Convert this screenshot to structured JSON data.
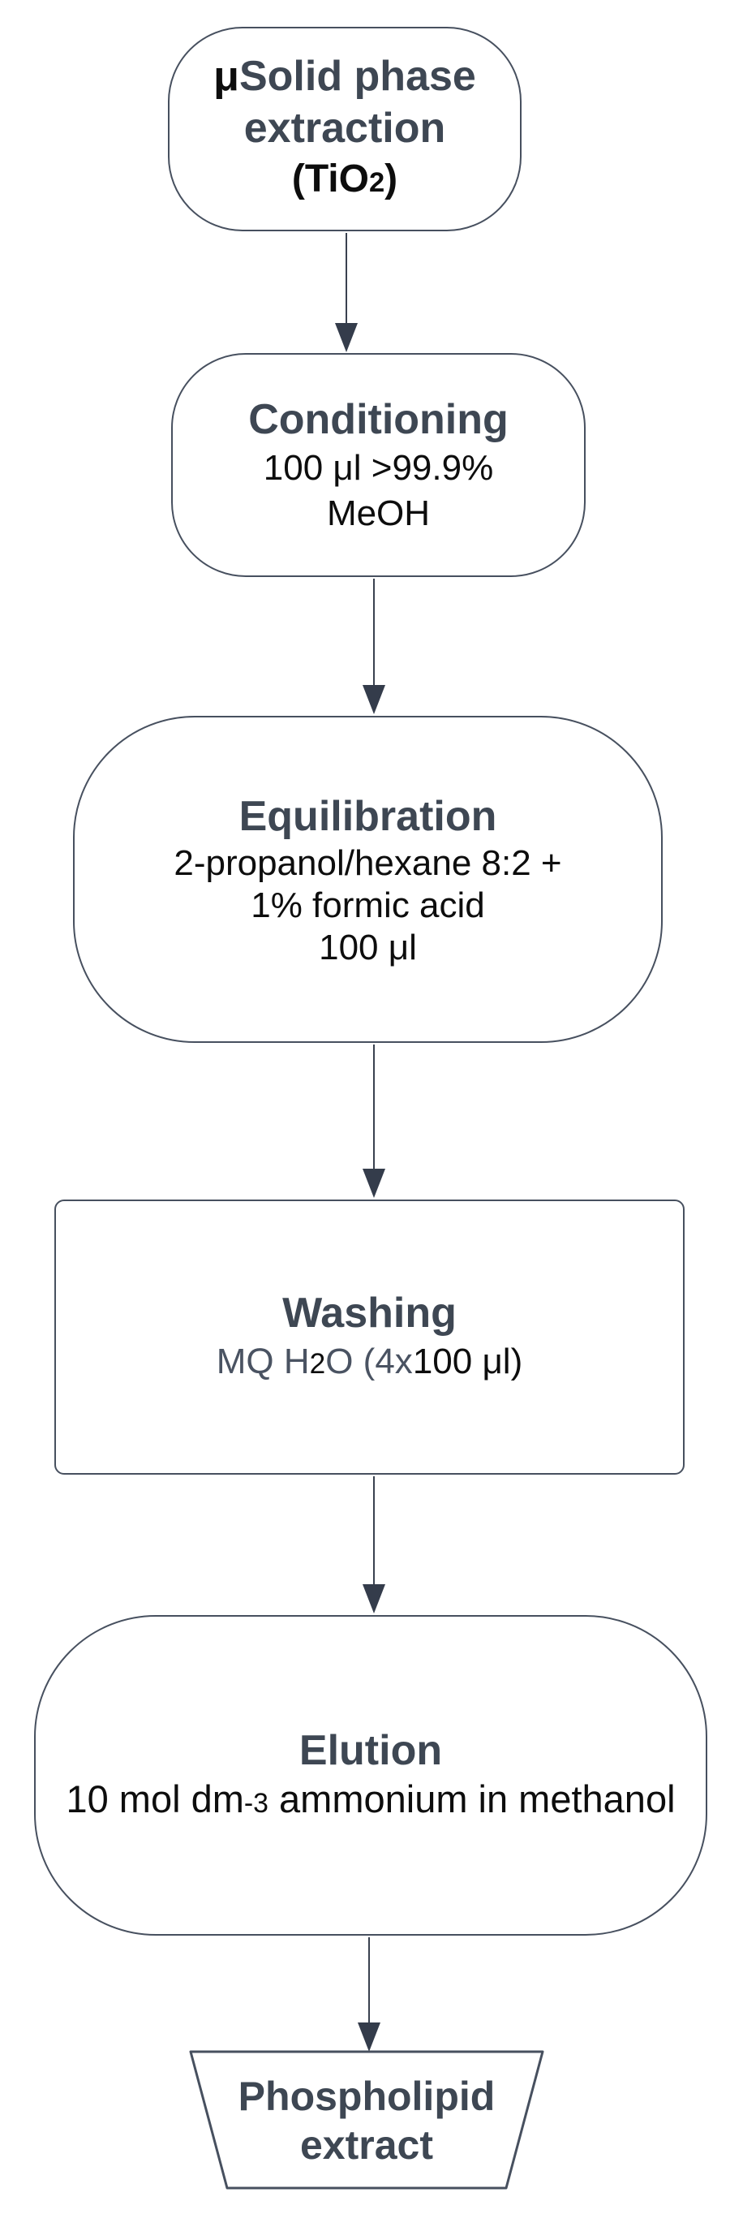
{
  "colors": {
    "background": "#ffffff",
    "node_fill": "#ffffff",
    "node_border": "#47505f",
    "arrow": "#39414f",
    "arrow_head": "#343c4b",
    "heading_text": "#3e4753",
    "body_text": "#0d0d0d",
    "slate_text": "#4a5362"
  },
  "nodes": {
    "spe": {
      "title_mu": "μ",
      "title_line1": "Solid phase",
      "title_line2": "extraction",
      "formula_open": "(TiO",
      "formula_sub": "2",
      "formula_close": ")"
    },
    "conditioning": {
      "title": "Conditioning",
      "body_line1": "100 μl >99.9%",
      "body_line2": "MeOH"
    },
    "equilibration": {
      "title": "Equilibration",
      "body_line1": "2-propanol/hexane 8:2 +",
      "body_line2": "1% formic acid",
      "body_line3": "100 μl"
    },
    "washing": {
      "title": "Washing",
      "body_seg1": "MQ H",
      "body_seg2": "2",
      "body_seg3": "O (4x",
      "body_seg4": "100 μl)"
    },
    "elution": {
      "title": "Elution",
      "body_seg1": "10 mol dm",
      "body_seg2": "-3",
      "body_seg3": " ammonium in methanol"
    },
    "extract": {
      "title_line1": "Phospholipid",
      "title_line2": "extract"
    }
  }
}
